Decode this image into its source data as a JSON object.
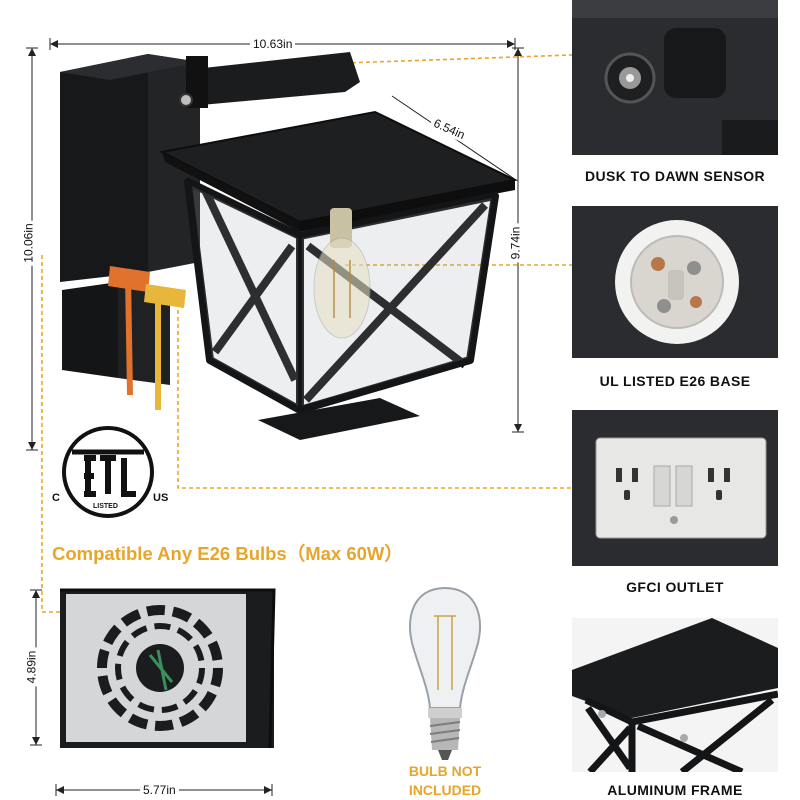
{
  "dimensions": {
    "width": "10.63in",
    "depth": "6.54in",
    "height_total": "10.06in",
    "height_lantern": "9.74in",
    "plate_height": "4.89in",
    "plate_width": "5.77in"
  },
  "features": [
    {
      "label": "DUSK TO DAWN SENSOR",
      "icon": "sensor-icon"
    },
    {
      "label": "UL LISTED E26 BASE",
      "icon": "socket-icon"
    },
    {
      "label": "GFCI OUTLET",
      "icon": "outlet-icon"
    },
    {
      "label": "ALUMINUM FRAME",
      "icon": "frame-icon"
    }
  ],
  "certification": {
    "mark": "ETL",
    "left": "C",
    "right": "US",
    "bottom": "LISTED"
  },
  "compatibility": "Compatible Any E26 Bulbs（Max 60W）",
  "bulb_note": [
    "BULB NOT",
    "INCLUDED"
  ],
  "colors": {
    "accent": "#e8a52a",
    "fixture": "#1b1c1e",
    "panel_bg": "#2a2c2f"
  }
}
